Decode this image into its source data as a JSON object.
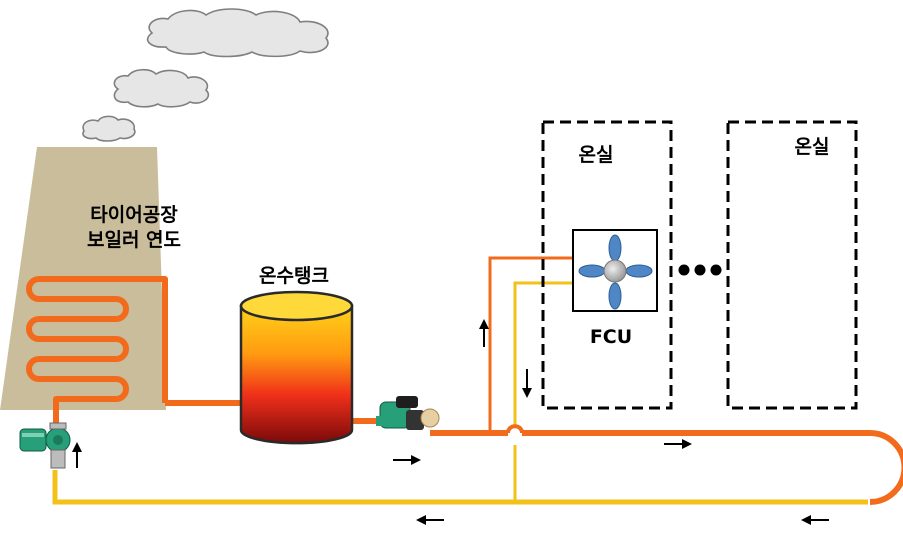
{
  "labels": {
    "boiler_line1": "타이어공장",
    "boiler_line2": "보일러 연도",
    "tank": "온수탱크",
    "greenhouse_1": "온실",
    "greenhouse_2": "온실",
    "fcu": "FCU"
  },
  "colors": {
    "supply_pipe": "#f26b1d",
    "return_pipe": "#f2c21a",
    "chimney": "#c9bd9b",
    "pump_body": "#27a07a",
    "fan_blade": "#4f86c6",
    "fan_hub": "#c0c0c0",
    "cloud_fill": "#e6e6e6",
    "cloud_stroke": "#7f7f7f"
  },
  "icons": {
    "cloud": "cloud-icon",
    "pump": "pump-icon",
    "fan": "fan-icon",
    "arrow": "arrow-icon",
    "ellipsis": "ellipsis-icon"
  }
}
